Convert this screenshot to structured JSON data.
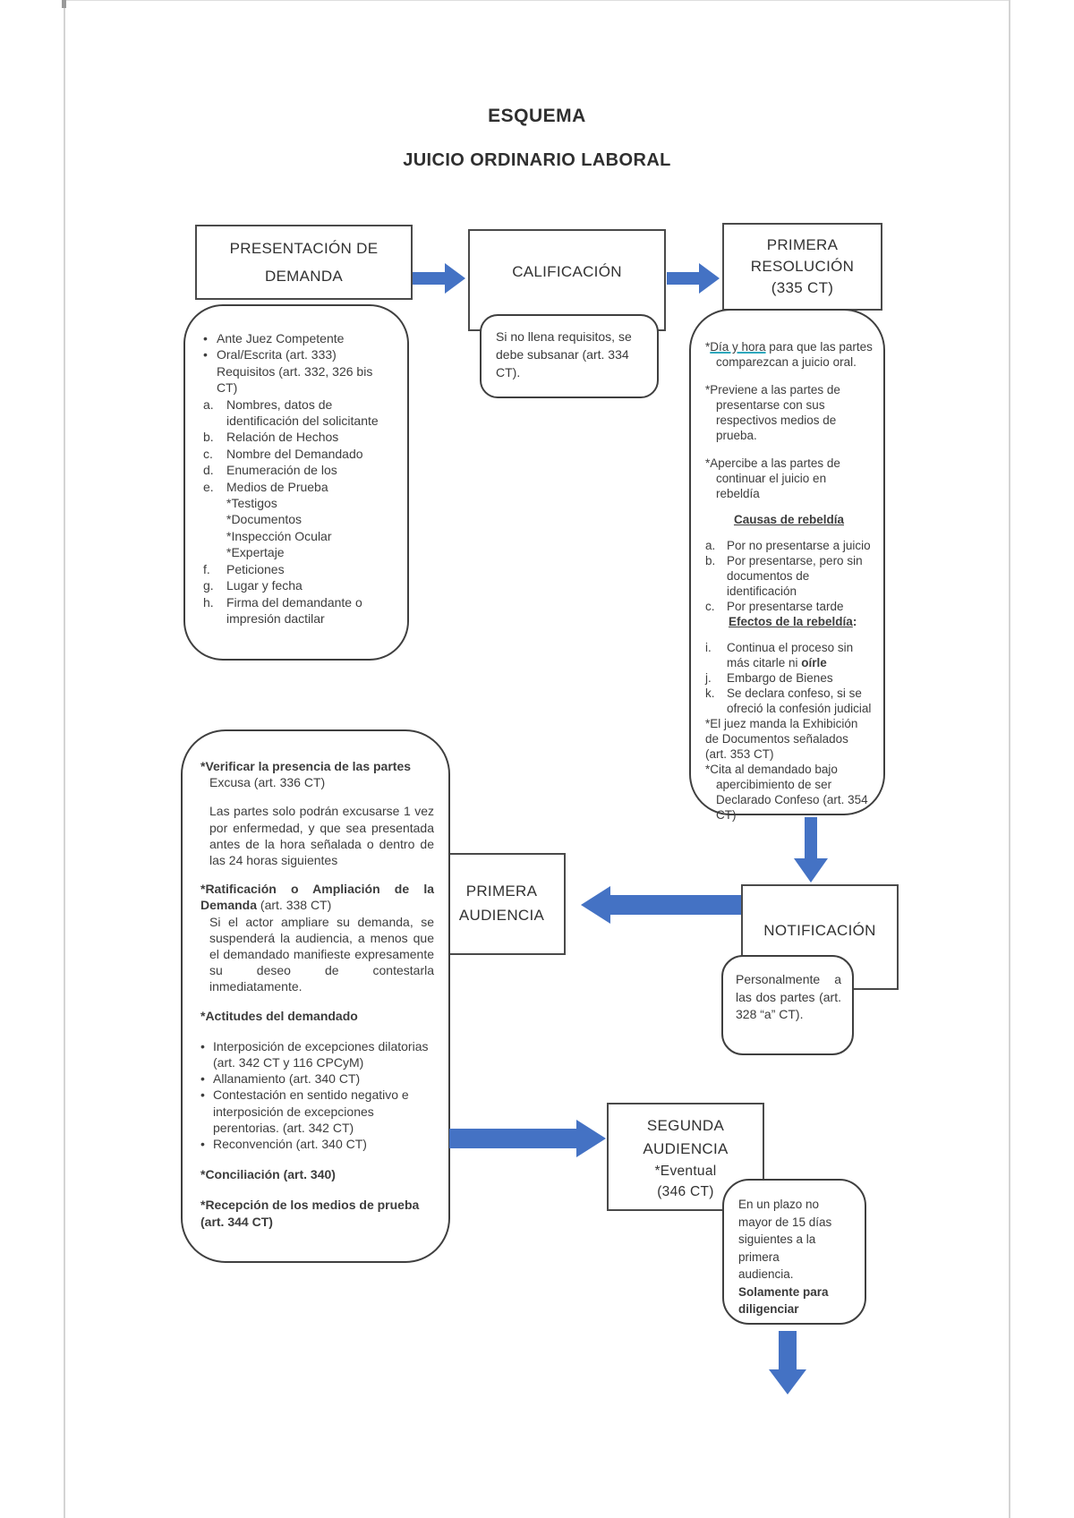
{
  "page": {
    "title": "ESQUEMA",
    "subtitle": "JUICIO ORDINARIO LABORAL"
  },
  "colors": {
    "arrow": "#4472c4",
    "teal_underline": "#2fa8bd"
  },
  "flow": {
    "presentacion": {
      "l1": "PRESENTACIÓN DE",
      "l2": "DEMANDA"
    },
    "calificacion": {
      "label": "CALIFICACIÓN"
    },
    "resolucion": {
      "l1": "PRIMERA",
      "l2": "RESOLUCIÓN",
      "l3": "(335 CT)"
    },
    "audiencia1": {
      "l1": "PRIMERA",
      "l2": "AUDIENCIA"
    },
    "notificacion": {
      "label": "NOTIFICACIÓN"
    },
    "segunda": {
      "l1": "SEGUNDA",
      "l2": "AUDIENCIA",
      "l3": "*Eventual",
      "l4": "(346 CT)"
    }
  },
  "subsanar": {
    "text": "Si no llena requisitos, se debe subsanar (art. 334 CT)."
  },
  "personalmente": {
    "text": "Personalmente a las dos partes (art. 328 “a” CT)."
  },
  "plazo": {
    "lines": [
      "En un plazo no",
      "mayor de 15 días",
      "siguientes a la",
      "primera",
      "audiencia."
    ],
    "bold_lines": [
      "Solamente para",
      "diligenciar"
    ]
  },
  "demanda": {
    "rows": [
      {
        "k": "•",
        "t": "Ante Juez Competente"
      },
      {
        "k": "•",
        "t": "Oral/Escrita (art. 333)"
      },
      {
        "k": "",
        "t": "Requisitos (art. 332, 326 bis CT)"
      },
      {
        "k": "a.",
        "t": "Nombres, datos de identificación del solicitante"
      },
      {
        "k": "b.",
        "t": "Relación de Hechos"
      },
      {
        "k": "c.",
        "t": "Nombre del Demandado"
      },
      {
        "k": "d.",
        "t": "Enumeración de los"
      },
      {
        "k": "e.",
        "t": "Medios de Prueba"
      },
      {
        "k": "",
        "t": "*Testigos"
      },
      {
        "k": "",
        "t": "*Documentos"
      },
      {
        "k": "",
        "t": "*Inspección Ocular"
      },
      {
        "k": "",
        "t": "*Expertaje"
      },
      {
        "k": "f.",
        "t": "Peticiones"
      },
      {
        "k": "g.",
        "t": "Lugar y fecha"
      },
      {
        "k": "h.",
        "t": "Firma del demandante o impresión dactilar"
      }
    ]
  },
  "resolucion_detail": {
    "p1_star": "*",
    "p1_u": "Día y hora",
    "p1_rest": " para que las partes comparezcan a juicio oral.",
    "p2": "*Previene a las partes de presentarse con sus respectivos medios de prueba.",
    "p3": "*Apercibe a las partes de continuar el juicio en rebeldía",
    "causas_title": "Causas de rebeldía",
    "causas": [
      {
        "k": "a.",
        "t": "Por no presentarse a juicio"
      },
      {
        "k": "b.",
        "t": "Por presentarse, pero sin documentos de identificación"
      },
      {
        "k": "c.",
        "t": "Por presentarse tarde"
      }
    ],
    "efectos_title": "Efectos de la rebeldía",
    "efectos_colon": ":",
    "efectos": [
      {
        "k": "i.",
        "t1": "Continua el proceso sin más citarle ni ",
        "tb": "oírle",
        "t2": ""
      },
      {
        "k": "j.",
        "t1": "Embargo de Bienes",
        "tb": "",
        "t2": ""
      },
      {
        "k": "k.",
        "t1": "Se declara confeso, si se ofreció la confesión judicial",
        "tb": "",
        "t2": ""
      }
    ],
    "p4": "*El juez manda la Exhibición de Documentos señalados (art. 353 CT)",
    "p5": "*Cita al demandado bajo apercibimiento de ser Declarado Confeso (art. 354 CT)"
  },
  "audiencia_detail": {
    "verificar": "*Verificar la presencia de las partes",
    "excusa": "Excusa (art. 336 CT)",
    "excusa_para": "Las partes solo podrán excusarse 1 vez por enfermedad, y que sea presentada antes de la hora señalada o dentro de las 24 horas siguientes",
    "ratif_bold": "*Ratificación o Ampliación de la Demanda",
    "ratif_norm": " (art. 338 CT)",
    "ratif_para": "Si el actor ampliare su demanda, se suspenderá la audiencia, a menos que el demandado manifieste expresamente su deseo de contestarla inmediatamente.",
    "actitudes_title": "*Actitudes del demandado",
    "actitudes": [
      {
        "k": "•",
        "t": "Interposición de excepciones dilatorias (art. 342 CT y 116 CPCyM)"
      },
      {
        "k": "•",
        "t": "Allanamiento (art. 340 CT)"
      },
      {
        "k": "•",
        "t": "Contestación en sentido negativo e interposición de excepciones perentorias. (art. 342 CT)"
      },
      {
        "k": "•",
        "t": "Reconvención (art. 340 CT)"
      }
    ],
    "conciliacion": "*Conciliación (art. 340)",
    "recepcion": "*Recepción de los medios de prueba (art. 344 CT)"
  }
}
